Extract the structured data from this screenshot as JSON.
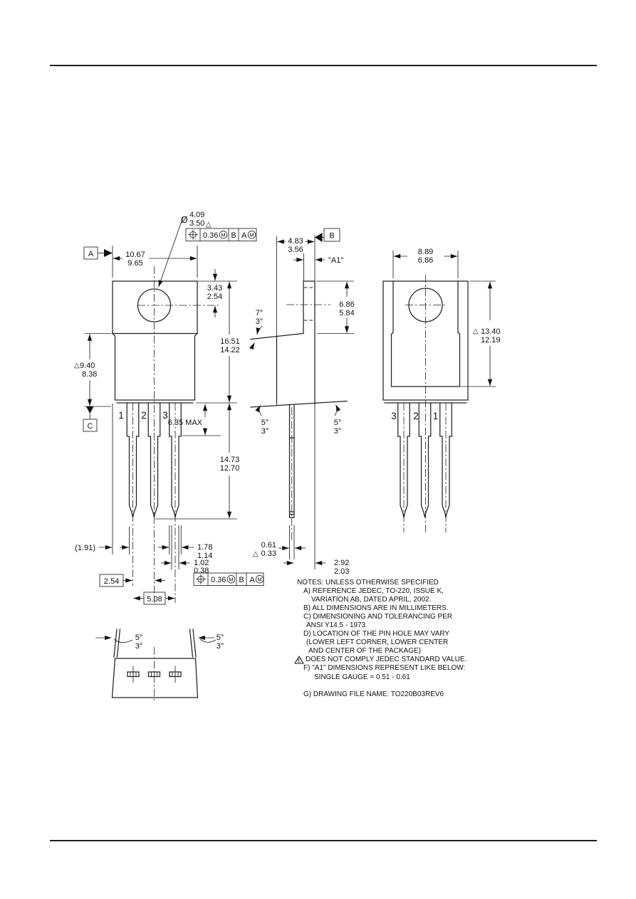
{
  "drawing": {
    "symbols": {
      "delta": "△",
      "diameter": "Ø"
    },
    "fcf": {
      "tolerance": "0.36",
      "modifier": "M",
      "datum_b": "B",
      "datum_a": "A"
    },
    "datum_flags": {
      "a": "A",
      "b": "B",
      "c": "C"
    },
    "hole_callout": {
      "max": "4.09",
      "min": "3.50"
    },
    "front": {
      "width_max": "10.67",
      "width_min": "9.65",
      "hole_y_max": "3.43",
      "hole_y_min": "2.54",
      "height_max": "16.51",
      "height_min": "14.22",
      "body_max": "9.40",
      "body_min": "8.38",
      "lbl_left": "1",
      "lbl_mid": "2",
      "lbl_right": "3",
      "shoulder": "6.35 MAX",
      "pinlen_max": "14.73",
      "pinlen_min": "12.70",
      "ref": "(1.91)",
      "pinw_max": "1.78",
      "pinw_min": "1.14",
      "tipw_max": "1.02",
      "tipw_min": "0.38",
      "pitch": "2.54",
      "span": "5.08"
    },
    "side": {
      "depth_max": "4.83",
      "depth_min": "3.56",
      "a1_label": "\"A1\"",
      "tab_max": "6.86",
      "tab_min": "5.84",
      "ang_top_max": "7°",
      "ang_top_min": "3°",
      "ang_bl_max": "5°",
      "ang_bl_min": "3°",
      "ang_br_max": "5°",
      "ang_br_min": "3°",
      "pint_max": "0.61",
      "pint_min": "0.33",
      "off_max": "2.92",
      "off_min": "2.03"
    },
    "back": {
      "width_max": "8.89",
      "width_min": "6.86",
      "height_max": "13.40",
      "height_min": "12.19",
      "lbl_left": "3",
      "lbl_mid": "2",
      "lbl_right": "1"
    },
    "bottom": {
      "ang_l_max": "5°",
      "ang_l_min": "3°",
      "ang_r_max": "5°",
      "ang_r_min": "3°"
    },
    "notes": {
      "title": "NOTES: UNLESS OTHERWISE SPECIFIED",
      "a1": "A)  REFERENCE JEDEC, TO-220, ISSUE K,",
      "a2": "VARIATION AB, DATED APRIL, 2002.",
      "b": "B)  ALL DIMENSIONS ARE IN MILLIMETERS.",
      "c1": "C)  DIMENSIONING AND TOLERANCING PER",
      "c2": "ANSI Y14.5 - 1973",
      "d1": "D)  LOCATION OF THE PIN HOLE MAY VARY",
      "d2": "(LOWER LEFT CORNER, LOWER CENTER",
      "d3": "AND CENTER OF THE PACKAGE)",
      "e_marker": "E",
      "e": "DOES NOT COMPLY JEDEC STANDARD VALUE.",
      "f1": "F) \"A1\" DIMENSIONS REPRESENT LIKE BELOW:",
      "f2": "SINGLE GAUGE = 0.51 - 0.61",
      "g": "G)  DRAWING FILE NAME: TO220B03REV6"
    }
  }
}
